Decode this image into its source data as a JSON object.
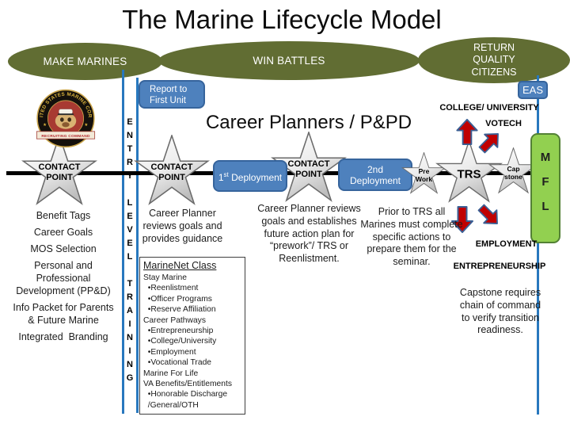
{
  "title": "The Marine Lifecycle Model",
  "heading": "Career Planners / P&PD",
  "phases": {
    "make_marines": "MAKE MARINES",
    "win_battles": "WIN BATTLES",
    "return_lines": [
      "RETURN",
      "QUALITY",
      "CITIZENS"
    ]
  },
  "logo": {
    "ring_text": "UNITED STATES MARINE CORPS",
    "banner_text": "RECRUITING COMMAND"
  },
  "elt_letters": [
    "E",
    "N",
    "T",
    "R",
    "Y",
    "",
    "L",
    "E",
    "V",
    "E",
    "L",
    "",
    "T",
    "R",
    "A",
    "I",
    "N",
    "I",
    "N",
    "G"
  ],
  "boxes": {
    "report": {
      "line1": "Report to",
      "line2": "First Unit"
    },
    "eas": "EAS",
    "d1": {
      "num": "1",
      "sup": "st",
      "rest": " Deployment"
    },
    "d2": {
      "line1": "2nd",
      "line2": "Deployment"
    }
  },
  "stars": {
    "cp1": {
      "line1": "CONTACT",
      "line2": "POINT"
    },
    "cp2": {
      "line1": "CONTACT",
      "line2": "POINT"
    },
    "cp3": {
      "line1": "CONTACT",
      "line2": "POINT"
    },
    "prework": {
      "line1": "Pre",
      "line2": "Work"
    },
    "trs": "TRS",
    "capstone": {
      "line1": "Cap",
      "line2": "stone"
    }
  },
  "mfl_letters": [
    "M",
    "F",
    "L"
  ],
  "right_labels": {
    "college": "COLLEGE/ UNIVERSITY",
    "votech": "VOTECH",
    "employment": "EMPLOYMENT",
    "entrepreneurship": "ENTREPRENEURSHIP"
  },
  "left_list": [
    "Benefit Tags",
    "Career Goals",
    "MOS Selection",
    "Personal and\nProfessional\nDevelopment (PP&D)",
    "Info Packet for Parents\n& Future Marine",
    "Integrated  Branding"
  ],
  "notes": {
    "career_planner_1": "Career Planner reviews goals and provides guidance",
    "career_planner_2": "Career Planner reviews goals and establishes future action plan for “prework”/ TRS or Reenlistment.",
    "prior_trs": "Prior to TRS all Marines must complete specific actions to prepare them for the seminar.",
    "capstone": "Capstone requires chain of command to verify transition readiness."
  },
  "marinenet": {
    "title": "MarineNet Class",
    "items": [
      "Stay Marine",
      "  •Reenlistment",
      "  •Officer Programs",
      "  •Reserve Affiliation",
      "Career Pathways",
      "  •Entrepreneurship",
      "  •College/University",
      "  •Employment",
      "  •Vocational Trade",
      "Marine For Life",
      "VA Benefits/Entitlements",
      "  •Honorable Discharge",
      "  /General/OTH"
    ]
  },
  "colors": {
    "olive": "#616D33",
    "box_blue": "#4E81BD",
    "line_blue": "#2878BE",
    "green": "#92D050",
    "arrow_red": "#C00000",
    "arrow_outline": "#3A5F94"
  }
}
